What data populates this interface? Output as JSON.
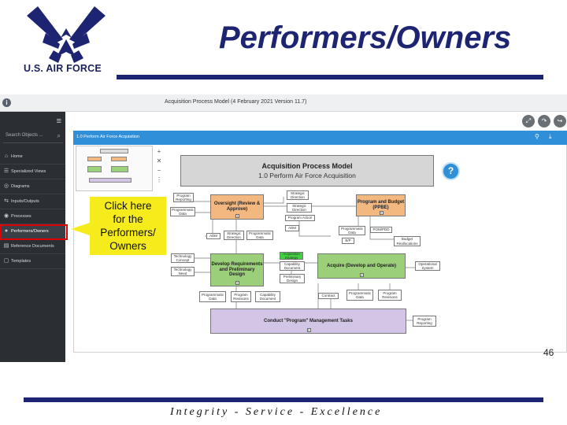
{
  "slide": {
    "title": "Performers/Owners",
    "logo_text": "U.S. AIR FORCE",
    "page_number": "46",
    "motto": "Integrity - Service - Excellence"
  },
  "app": {
    "title": "Acquisition Process Model (4 February 2021 Version 11.7)",
    "info_icon": "info-icon",
    "search_placeholder": "Search Objects ...",
    "breadcrumb": "1.0 Perform Air Force Acquisition",
    "sidebar": [
      {
        "label": "Home",
        "icon": "home-icon",
        "glyph": "⌂"
      },
      {
        "label": "Specialized Views",
        "icon": "list-icon",
        "glyph": "☰"
      },
      {
        "label": "Diagrams",
        "icon": "diagram-icon",
        "glyph": "◎"
      },
      {
        "label": "Inputs/Outputs",
        "icon": "io-icon",
        "glyph": "⇆"
      },
      {
        "label": "Processes",
        "icon": "process-icon",
        "glyph": "◉"
      },
      {
        "label": "Performers/Owners",
        "icon": "user-icon",
        "glyph": "●"
      },
      {
        "label": "Reference Documents",
        "icon": "document-icon",
        "glyph": "▤"
      },
      {
        "label": "Templates",
        "icon": "template-icon",
        "glyph": "▢"
      }
    ]
  },
  "diagram": {
    "header_line1": "Acquisition Process Model",
    "header_line2": "1.0 Perform Air Force Acquisition",
    "help_glyph": "?",
    "oversight": "Oversight (Review & Approve)",
    "ppbe": "Program and Budget (PPBE)",
    "develop": "Develop Requirements and Preliminary Design",
    "acquire": "Acquire (Develop and Operate)",
    "conduct": "Conduct \"Program\" Management Tasks",
    "labels": {
      "program_reporting_top": "Program Reporting",
      "programmatic_data_left": "Programmatic Data",
      "strategic_direction_top": "Strategic Direction",
      "strategic_direction_2": "Strategic Direction",
      "program_action": "Program Action",
      "adm_left": "ADM",
      "strategic_direction_3": "Strategic Direction",
      "programmatic_data_mid": "Programmatic Data",
      "adm_mid": "ADM",
      "programmatic_data_right": "Programmatic Data",
      "pom_pdd": "POM/PDD",
      "bp": "B/P",
      "budget_reallocations": "Budget Reallocations",
      "acquisition_strategy": "Acquisition Strategy",
      "capability_document": "Capability Document",
      "preliminary_design": "Preliminary Design",
      "operational_system": "Operational System",
      "technology_concept": "Technology Concept",
      "technology_need": "Technology Need",
      "programmatic_data_b1": "Programmatic Data",
      "program_revisions_b1": "Program Revisions",
      "capability_document_b": "Capability Document",
      "contract": "Contract",
      "programmatic_data_b2": "Programmatic Data",
      "program_revisions_b2": "Program Revisions",
      "program_reporting_bottom": "Program Reporting"
    }
  },
  "callout": {
    "text_lines": [
      "Click here",
      "for the",
      "Performers/",
      "Owners"
    ]
  },
  "colors": {
    "brand_navy": "#1d2472",
    "highlight": "#e00000",
    "callout": "#f6ec1c",
    "bluebar": "#2f8fd8"
  }
}
